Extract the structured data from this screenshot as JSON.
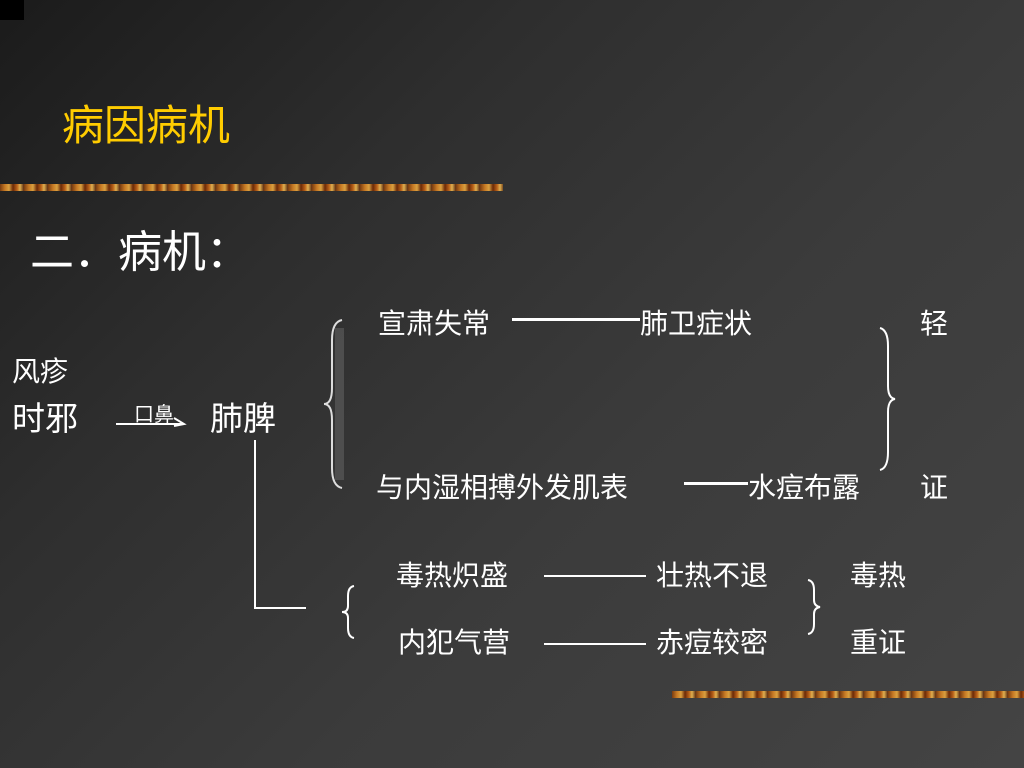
{
  "title": "病因病机",
  "heading": "二．病机：",
  "cause": {
    "line1": "风疹",
    "line2": "时邪",
    "route": "口鼻",
    "target": "肺脾"
  },
  "upper": {
    "row1_left": "宣肃失常",
    "row1_right": "肺卫症状",
    "row2_left": "与内湿相搏外发肌表",
    "row2_right": "水痘布露",
    "conclusion_top": "轻",
    "conclusion_bottom": "证"
  },
  "lower": {
    "row1_left": "毒热炽盛",
    "row1_right": "壮热不退",
    "row2_left": "内犯气营",
    "row2_right": "赤痘较密",
    "conclusion_top": "毒热",
    "conclusion_bottom": "重证"
  },
  "colors": {
    "title": "#ffcc00",
    "text": "#ffffff"
  }
}
